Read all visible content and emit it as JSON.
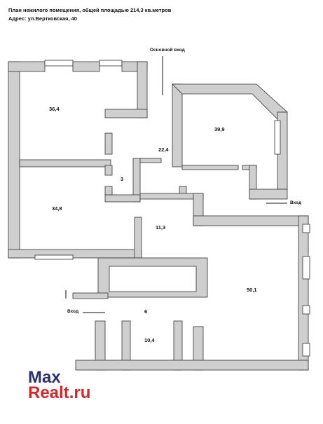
{
  "header": {
    "title": "План нежилого помещения, общей площадью 214,3 кв.метров",
    "address": "Адрес: ул.Вертковская, 40"
  },
  "labels": {
    "main_entrance": "Основной вход",
    "entrance_right": "Вход",
    "entrance_left": "Вход"
  },
  "rooms": {
    "r1": "36,4",
    "r2": "39,9",
    "r3": "22,4",
    "r4": "3",
    "r5": "34,8",
    "r6": "11,3",
    "r7": "50,1",
    "r8": "6",
    "r9": "10,4"
  },
  "brand": {
    "line1": "Max",
    "line2": "Realt.ru",
    "color_primary": "#2b2e6f",
    "color_accent": "#d8262b"
  },
  "wall_color": "#cfcfcf"
}
